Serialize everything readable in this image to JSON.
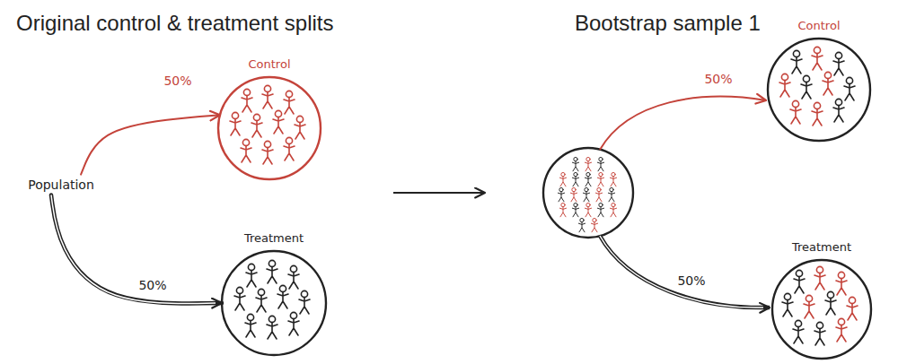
{
  "diagram": {
    "nodes": [
      {
        "text": [
          "Population"
        ]
      },
      {
        "text": [
          "Control"
        ]
      },
      {
        "text": [
          "Treatment"
        ]
      },
      {
        "text": [
          "Control"
        ]
      },
      {
        "text": [
          "Treatment"
        ]
      }
    ],
    "edges": [
      {
        "from": 0,
        "to": 1,
        "arrow": "to",
        "label": "50%"
      },
      {
        "from": 0,
        "to": 2,
        "arrow": "to",
        "label": "50%"
      }
    ],
    "labels": [
      "Original control & treatment splits",
      "Bootstrap sample 1",
      "50%",
      "50%"
    ]
  }
}
